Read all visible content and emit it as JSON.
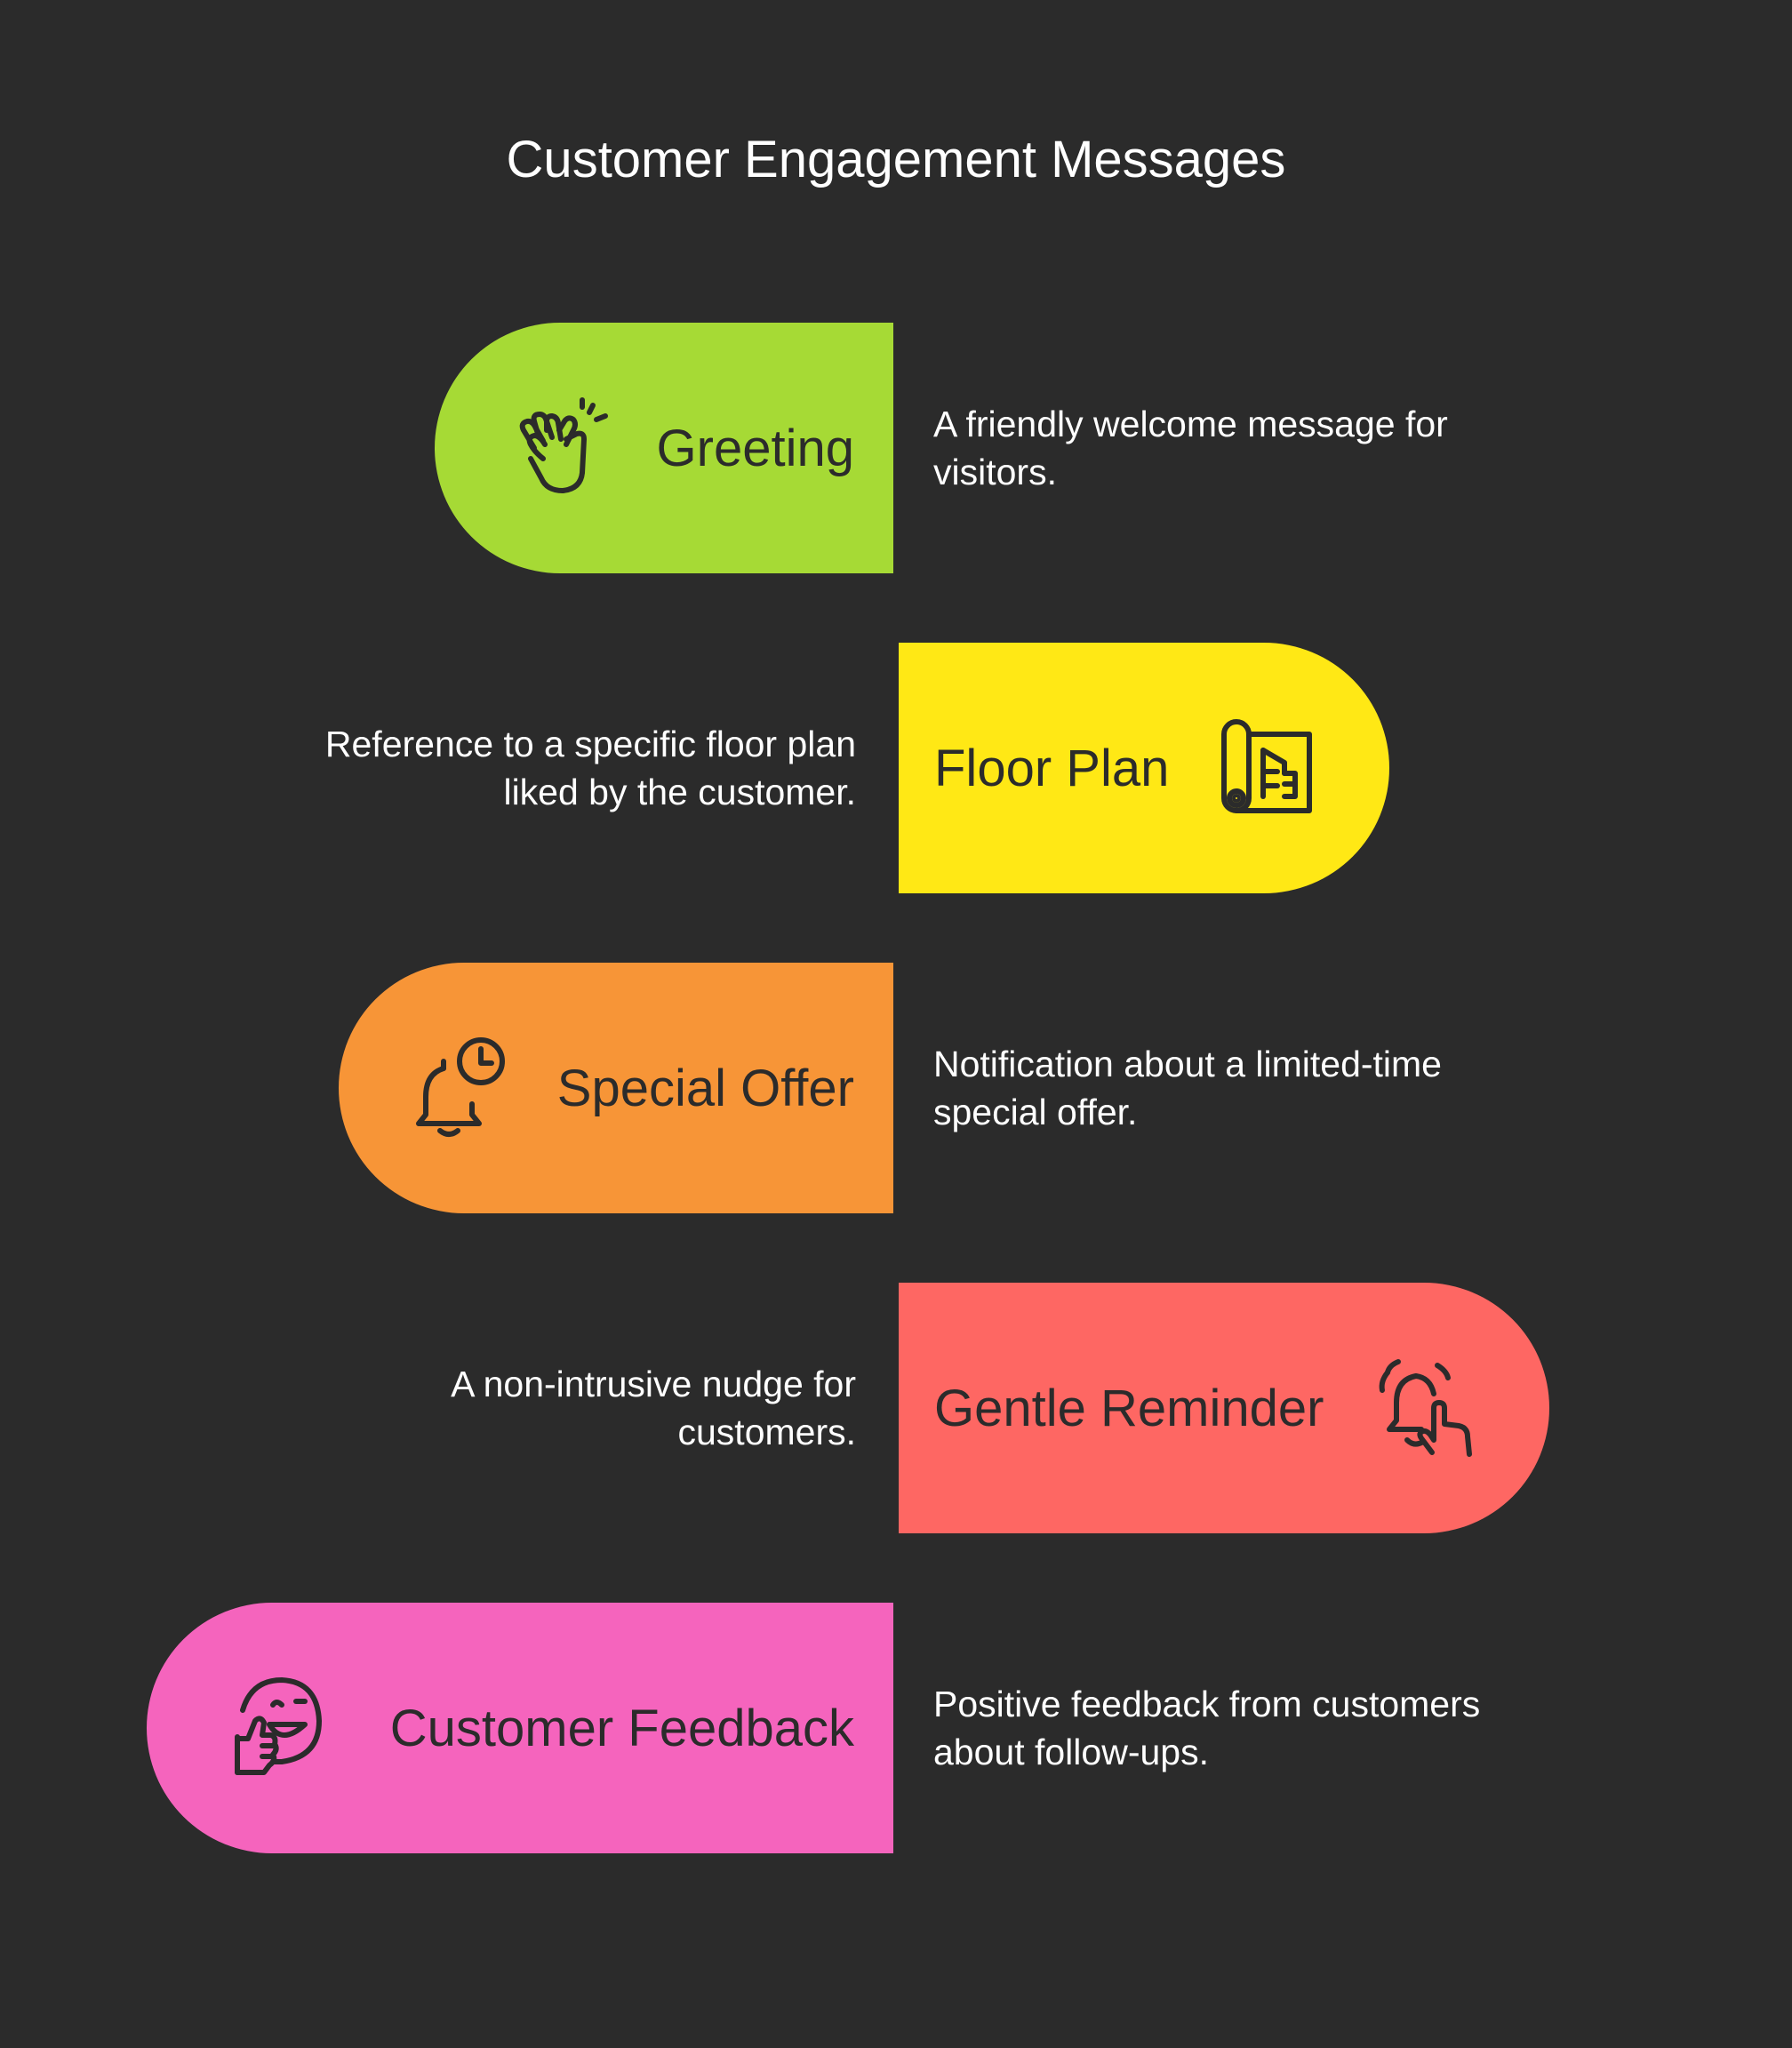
{
  "title": "Customer Engagement Messages",
  "items": [
    {
      "label": "Greeting",
      "description": "A friendly welcome message for visitors.",
      "color": "#a6da35",
      "icon": "clapping-hands-icon"
    },
    {
      "label": "Floor Plan",
      "description": "Reference to a specific floor plan liked by the customer.",
      "color": "#ffe815",
      "icon": "blueprint-icon"
    },
    {
      "label": "Special Offer",
      "description": "Notification about a limited-time special offer.",
      "color": "#f79537",
      "icon": "bell-clock-icon"
    },
    {
      "label": "Gentle Reminder",
      "description": "A non-intrusive nudge for customers.",
      "color": "#fe6763",
      "icon": "bell-tap-icon"
    },
    {
      "label": "Customer Feedback",
      "description": "Positive feedback from customers about follow-ups.",
      "color": "#f564bd",
      "icon": "smile-thumbs-up-icon"
    }
  ]
}
